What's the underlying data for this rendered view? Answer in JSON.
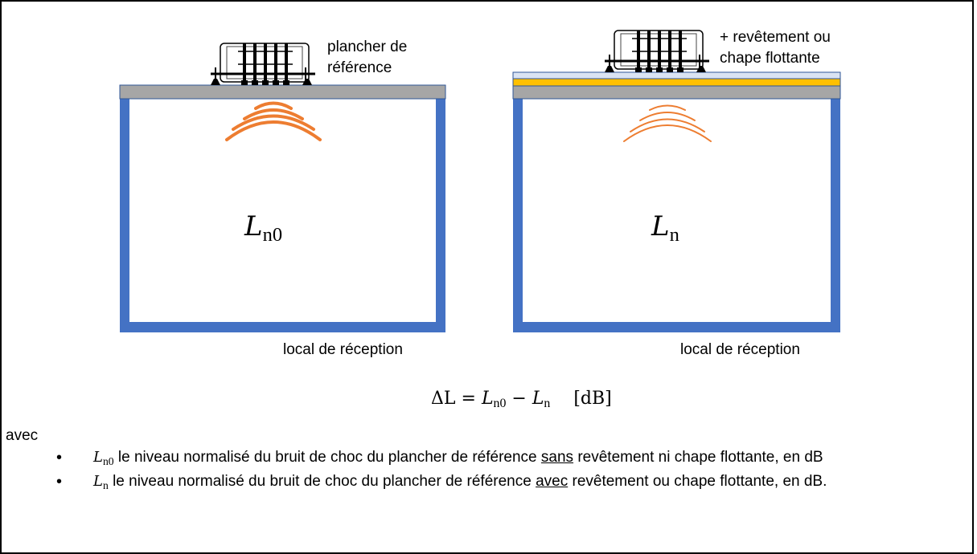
{
  "diagram": {
    "left_room": {
      "machine_label_line1": "plancher de",
      "machine_label_line2": "référence",
      "level_symbol": "L",
      "level_subscript": "n0",
      "room_label": "local de réception"
    },
    "right_room": {
      "machine_label_line1": "+ revêtement ou",
      "machine_label_line2": "chape flottante",
      "level_symbol": "L",
      "level_subscript": "n",
      "room_label": "local de réception"
    },
    "colors": {
      "wall": "#4472c4",
      "slab": "#a6a6a6",
      "covering": "#dae3f3",
      "resilient_layer": "#ffc000",
      "sound_waves": "#ed7d31"
    }
  },
  "formula": {
    "lhs": "ΔL",
    "equals": "=",
    "term1": "L",
    "term1_sub": "n0",
    "minus": "−",
    "term2": "L",
    "term2_sub": "n",
    "unit": "[dB]"
  },
  "legend": {
    "intro": "avec",
    "items": [
      {
        "symbol": "L",
        "subscript": "n0",
        "text_before": " le niveau normalisé du bruit de choc du plancher de référence ",
        "underlined": "sans",
        "text_after": " revêtement ni chape flottante, en dB"
      },
      {
        "symbol": "L",
        "subscript": "n",
        "text_before": " le niveau normalisé du bruit de choc du plancher de référence ",
        "underlined": "avec",
        "text_after": " revêtement ou chape flottante, en dB."
      }
    ]
  }
}
